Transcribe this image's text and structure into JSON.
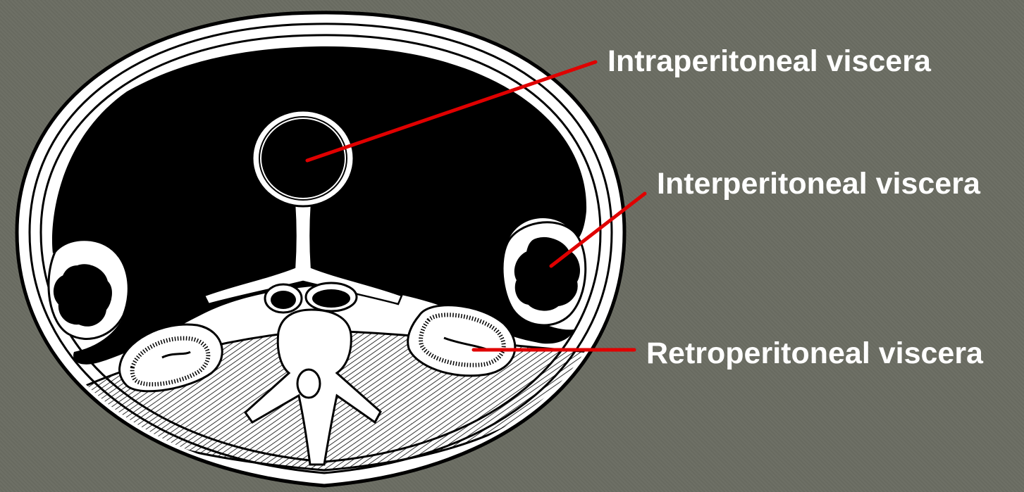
{
  "labels": {
    "intraperitoneal": "Intraperitoneal viscera",
    "interperitoneal": "Interperitoneal viscera",
    "retroperitoneal": "Retroperitoneal viscera"
  },
  "colors": {
    "background": "#6b6d62",
    "leader_line": "#e00000",
    "cavity": "#000000",
    "tissue": "#ffffff"
  }
}
